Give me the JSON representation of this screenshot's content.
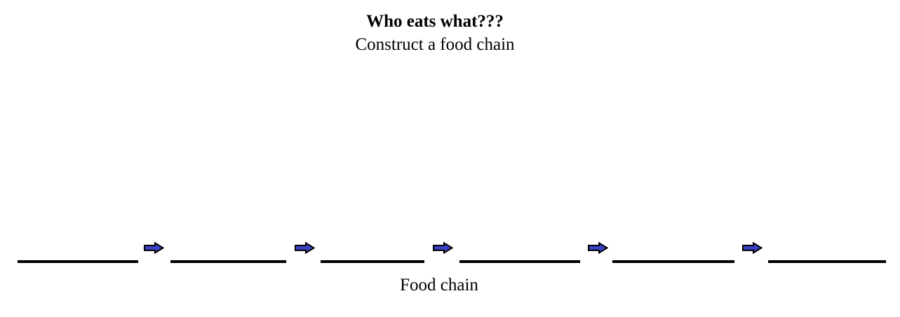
{
  "header": {
    "title": "Who eats what???",
    "subtitle": "Construct a food chain"
  },
  "food_chain": {
    "label": "Food chain",
    "blank_count": 6,
    "arrow_count": 5,
    "blanks": [
      "",
      "",
      "",
      "",
      "",
      ""
    ],
    "arrow_icon": "right-block-arrow"
  },
  "colors": {
    "background": "#FFFFFF",
    "text": "#000000",
    "blank_line": "#000000",
    "arrow_fill": "#3B41C4",
    "arrow_outline": "#000000"
  }
}
